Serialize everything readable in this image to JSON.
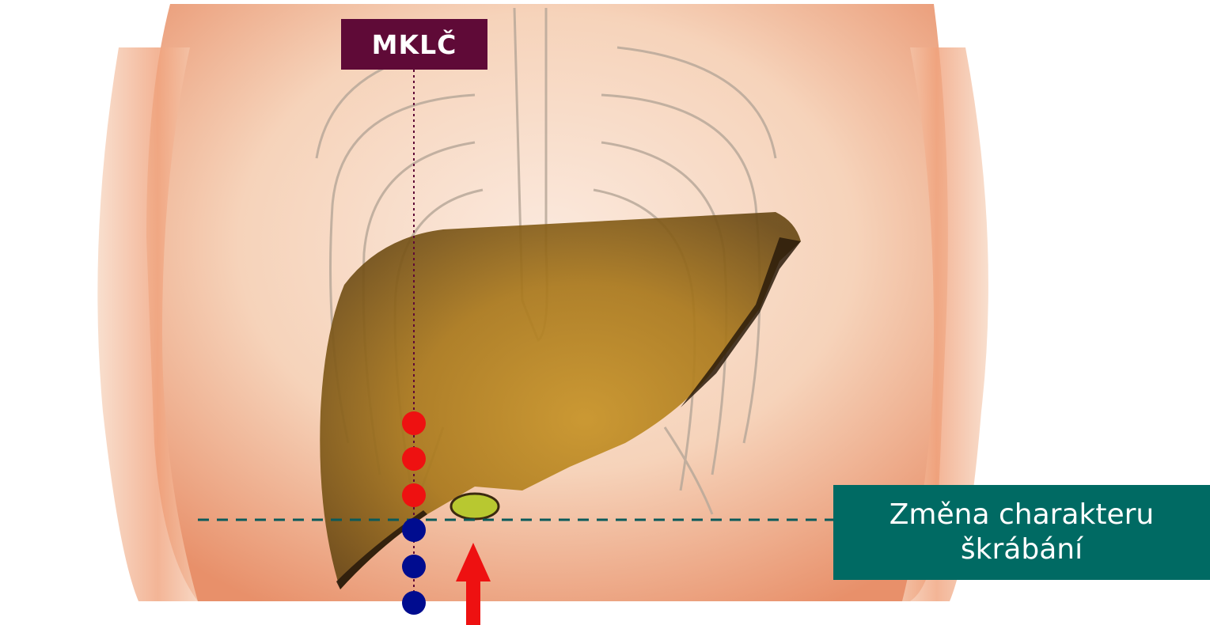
{
  "labels": {
    "midclavicular_line": "MKLČ",
    "scratch_change_line1": "Změna charakteru",
    "scratch_change_line2": "škrábání"
  },
  "colors": {
    "midclavicular_box": "#5f0a37",
    "scratch_change_box": "#006a63",
    "dullness_points": "#ee1111",
    "tympany_points": "#000c8f",
    "arrow": "#ee1111",
    "liver": "#a57a1e",
    "gallbladder": "#b8c830",
    "dashed_line": "#0b5a5a"
  },
  "icons": {
    "arrow": "up-arrow-icon"
  }
}
